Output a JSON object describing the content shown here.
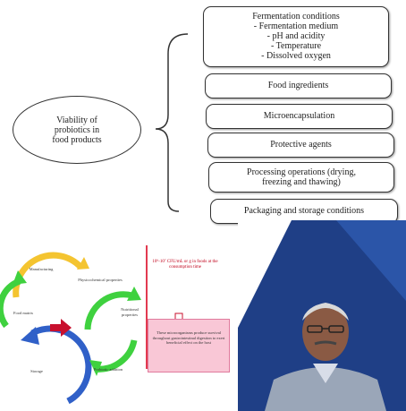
{
  "top_diagram": {
    "center": {
      "lines": [
        "Viability of",
        "probiotics in",
        "food products"
      ]
    },
    "factors": [
      {
        "lines": [
          "Fermentation conditions",
          "- Fermentation medium",
          "- pH and acidity",
          "- Temperature",
          "- Dissolved oxygen"
        ]
      },
      {
        "lines": [
          "Food ingredients"
        ]
      },
      {
        "lines": [
          "Microencapsulation"
        ]
      },
      {
        "lines": [
          "Protective agents"
        ]
      },
      {
        "lines": [
          "Processing operations (drying,",
          "freezing and thawing)"
        ]
      },
      {
        "lines": [
          "Packaging and storage conditions"
        ]
      }
    ]
  },
  "bottom_diagram": {
    "cycle_labels": [
      "Manufacturing",
      "Food matrix",
      "Storage"
    ],
    "inner_labels": [
      "Physicochemical properties",
      "Nutritional properties",
      "Probiotic addition"
    ],
    "red_text": "10⁶-10⁷ CFU/mL or g in foods at the consumption time",
    "pink_text": "These microorganisms produce survival throughout gastrointestinal digestion to exert beneficial effect on the host"
  },
  "colors": {
    "yellow": "#f4c430",
    "green": "#3fd13f",
    "blue": "#3060c8",
    "red_arrow": "#c8102e",
    "pink": "#f9c7d6",
    "video_bg": "#1f3f86"
  }
}
